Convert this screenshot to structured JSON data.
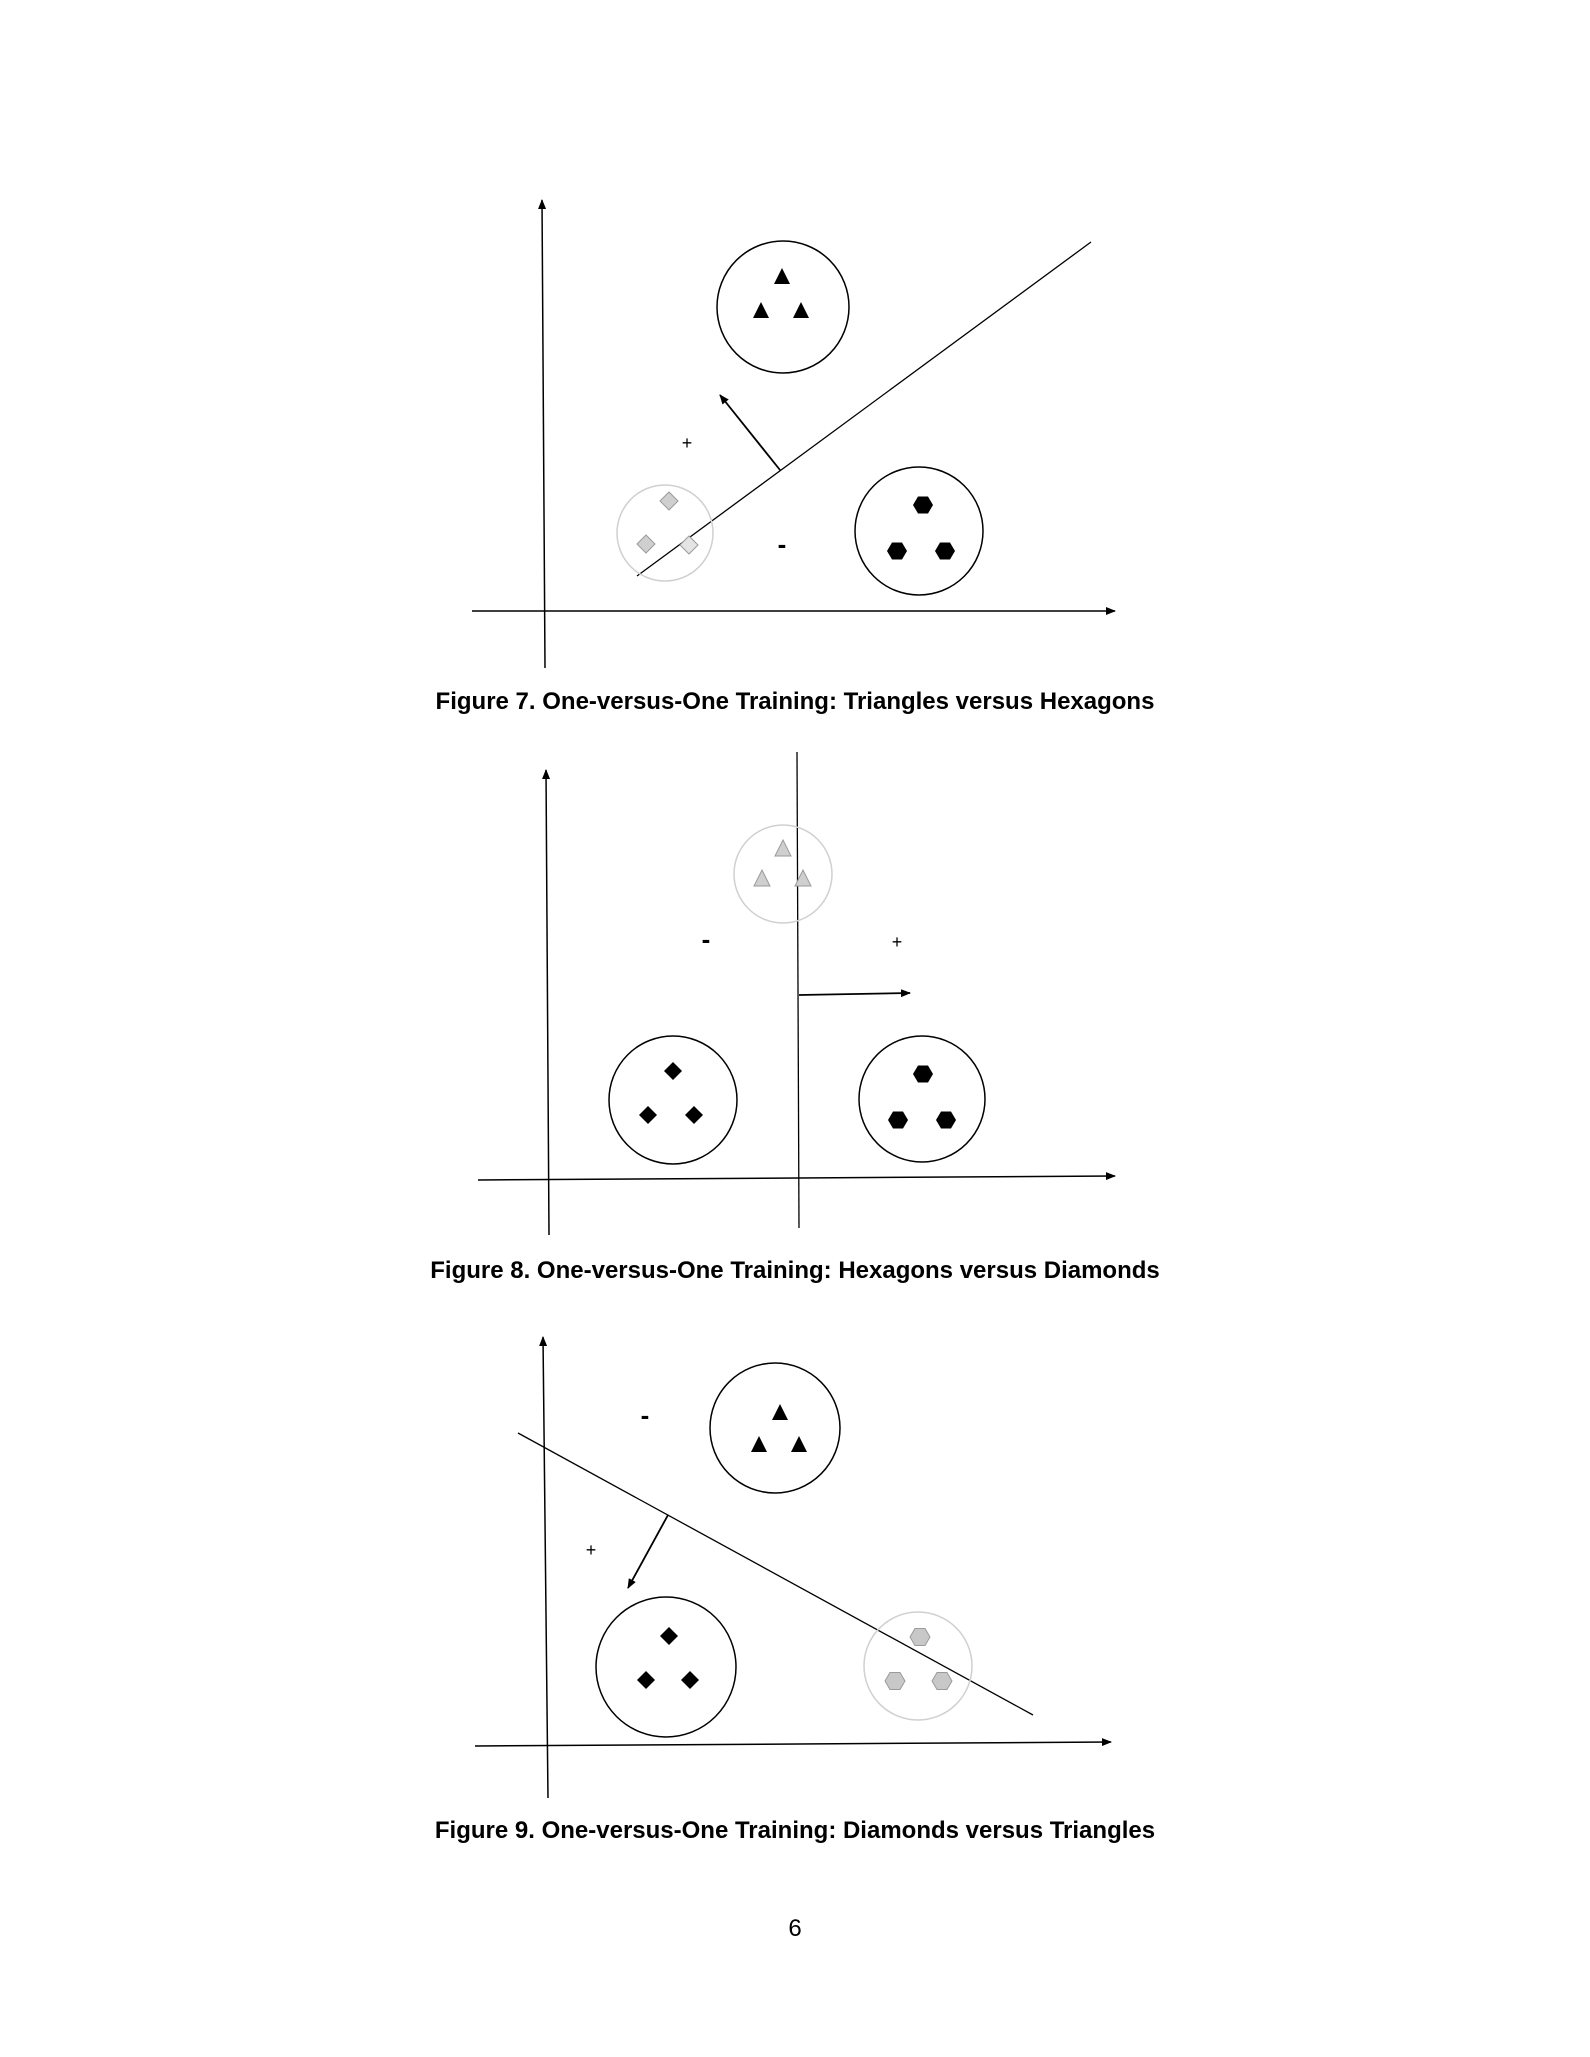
{
  "figures": [
    {
      "caption": "Figure 7. One-versus-One Training: Triangles versus Hexagons",
      "plus_label": "+",
      "minus_label": "-"
    },
    {
      "caption": "Figure 8. One-versus-One Training: Hexagons versus Diamonds",
      "plus_label": "+",
      "minus_label": "-"
    },
    {
      "caption": "Figure 9. One-versus-One Training: Diamonds versus Triangles",
      "plus_label": "+",
      "minus_label": "-"
    }
  ],
  "page_number": "6",
  "colors": {
    "ink": "#000000",
    "faded": "#b5b5b5",
    "faded_fill": "#cfcfcf"
  },
  "icons": [
    "triangle-icon",
    "hexagon-icon",
    "diamond-icon",
    "arrow-icon"
  ]
}
